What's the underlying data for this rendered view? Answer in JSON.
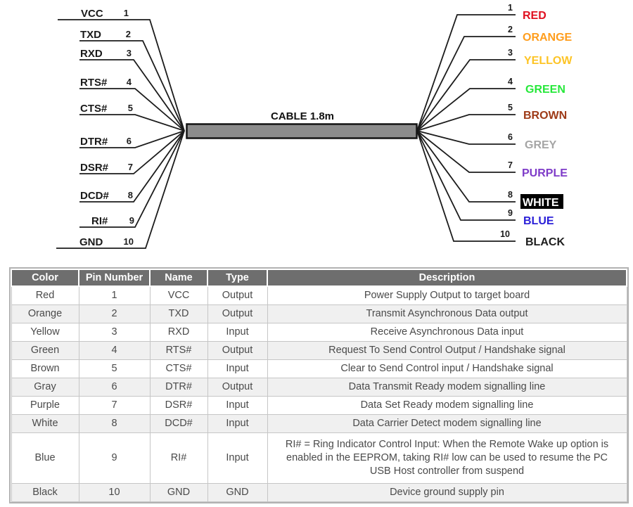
{
  "diagram": {
    "cable_label": "CABLE 1.8m",
    "left_pins": [
      {
        "name": "VCC",
        "number": "1"
      },
      {
        "name": "TXD",
        "number": "2"
      },
      {
        "name": "RXD",
        "number": "3"
      },
      {
        "name": "RTS#",
        "number": "4"
      },
      {
        "name": "CTS#",
        "number": "5"
      },
      {
        "name": "DTR#",
        "number": "6"
      },
      {
        "name": "DSR#",
        "number": "7"
      },
      {
        "name": "DCD#",
        "number": "8"
      },
      {
        "name": "RI#",
        "number": "9"
      },
      {
        "name": "GND",
        "number": "10"
      }
    ],
    "right_pins": [
      {
        "number": "1",
        "color_name": "RED",
        "color": "#e01020"
      },
      {
        "number": "2",
        "color_name": "ORANGE",
        "color": "#ff9d1c"
      },
      {
        "number": "3",
        "color_name": "YELLOW",
        "color": "#fdc426"
      },
      {
        "number": "4",
        "color_name": "GREEN",
        "color": "#27e83b"
      },
      {
        "number": "5",
        "color_name": "BROWN",
        "color": "#9e3a17"
      },
      {
        "number": "6",
        "color_name": "GREY",
        "color": "#a5a5a5"
      },
      {
        "number": "7",
        "color_name": "PURPLE",
        "color": "#7e3bc8"
      },
      {
        "number": "8",
        "color_name": "WHITE",
        "color": "#ffffff",
        "label_bg": "#000000"
      },
      {
        "number": "9",
        "color_name": "BLUE",
        "color": "#2a1fd8"
      },
      {
        "number": "10",
        "color_name": "BLACK",
        "color": "#1d1d1d"
      }
    ]
  },
  "table": {
    "headers": [
      "Color",
      "Pin Number",
      "Name",
      "Type",
      "Description"
    ],
    "rows": [
      [
        "Red",
        "1",
        "VCC",
        "Output",
        "Power Supply Output to target board"
      ],
      [
        "Orange",
        "2",
        "TXD",
        "Output",
        "Transmit Asynchronous Data output"
      ],
      [
        "Yellow",
        "3",
        "RXD",
        "Input",
        "Receive Asynchronous Data input"
      ],
      [
        "Green",
        "4",
        "RTS#",
        "Output",
        "Request To Send Control Output / Handshake signal"
      ],
      [
        "Brown",
        "5",
        "CTS#",
        "Input",
        "Clear to Send Control input / Handshake signal"
      ],
      [
        "Gray",
        "6",
        "DTR#",
        "Output",
        "Data Transmit Ready modem signalling line"
      ],
      [
        "Purple",
        "7",
        "DSR#",
        "Input",
        "Data Set Ready modem signalling line"
      ],
      [
        "White",
        "8",
        "DCD#",
        "Input",
        "Data Carrier Detect modem signalling line"
      ],
      [
        "Blue",
        "9",
        "RI#",
        "Input",
        "RI# = Ring Indicator Control Input: When the Remote Wake up option is enabled in the EEPROM, taking RI# low can be used to resume the PC USB Host controller from suspend"
      ],
      [
        "Black",
        "10",
        "GND",
        "GND",
        "Device ground supply pin"
      ]
    ]
  }
}
